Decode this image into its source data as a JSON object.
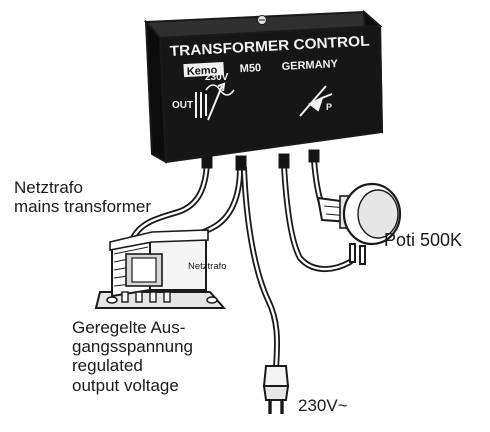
{
  "device": {
    "title": "TRANSFORMER CONTROL",
    "brand": "Kemo",
    "model": "M50",
    "country": "GERMANY",
    "voltage_mark": "230V",
    "out_mark": "OUT",
    "pot_mark": "P"
  },
  "labels": {
    "netztrafo_line1": "Netztrafo",
    "netztrafo_line2": "mains transformer",
    "transformer_tag": "Netztrafo",
    "poti": "Poti 500K",
    "regulated_line1": "Geregelte Aus-",
    "regulated_line2": "gangsspannung",
    "regulated_line3": "regulated",
    "regulated_line4": "output voltage",
    "mains_voltage": "230V~"
  },
  "colors": {
    "ink": "#1a1a1a",
    "device_body": "#141414",
    "device_front": "#262626",
    "device_text": "#f2f2f2",
    "metal_light": "#e6e6e6",
    "background": "#ffffff"
  }
}
